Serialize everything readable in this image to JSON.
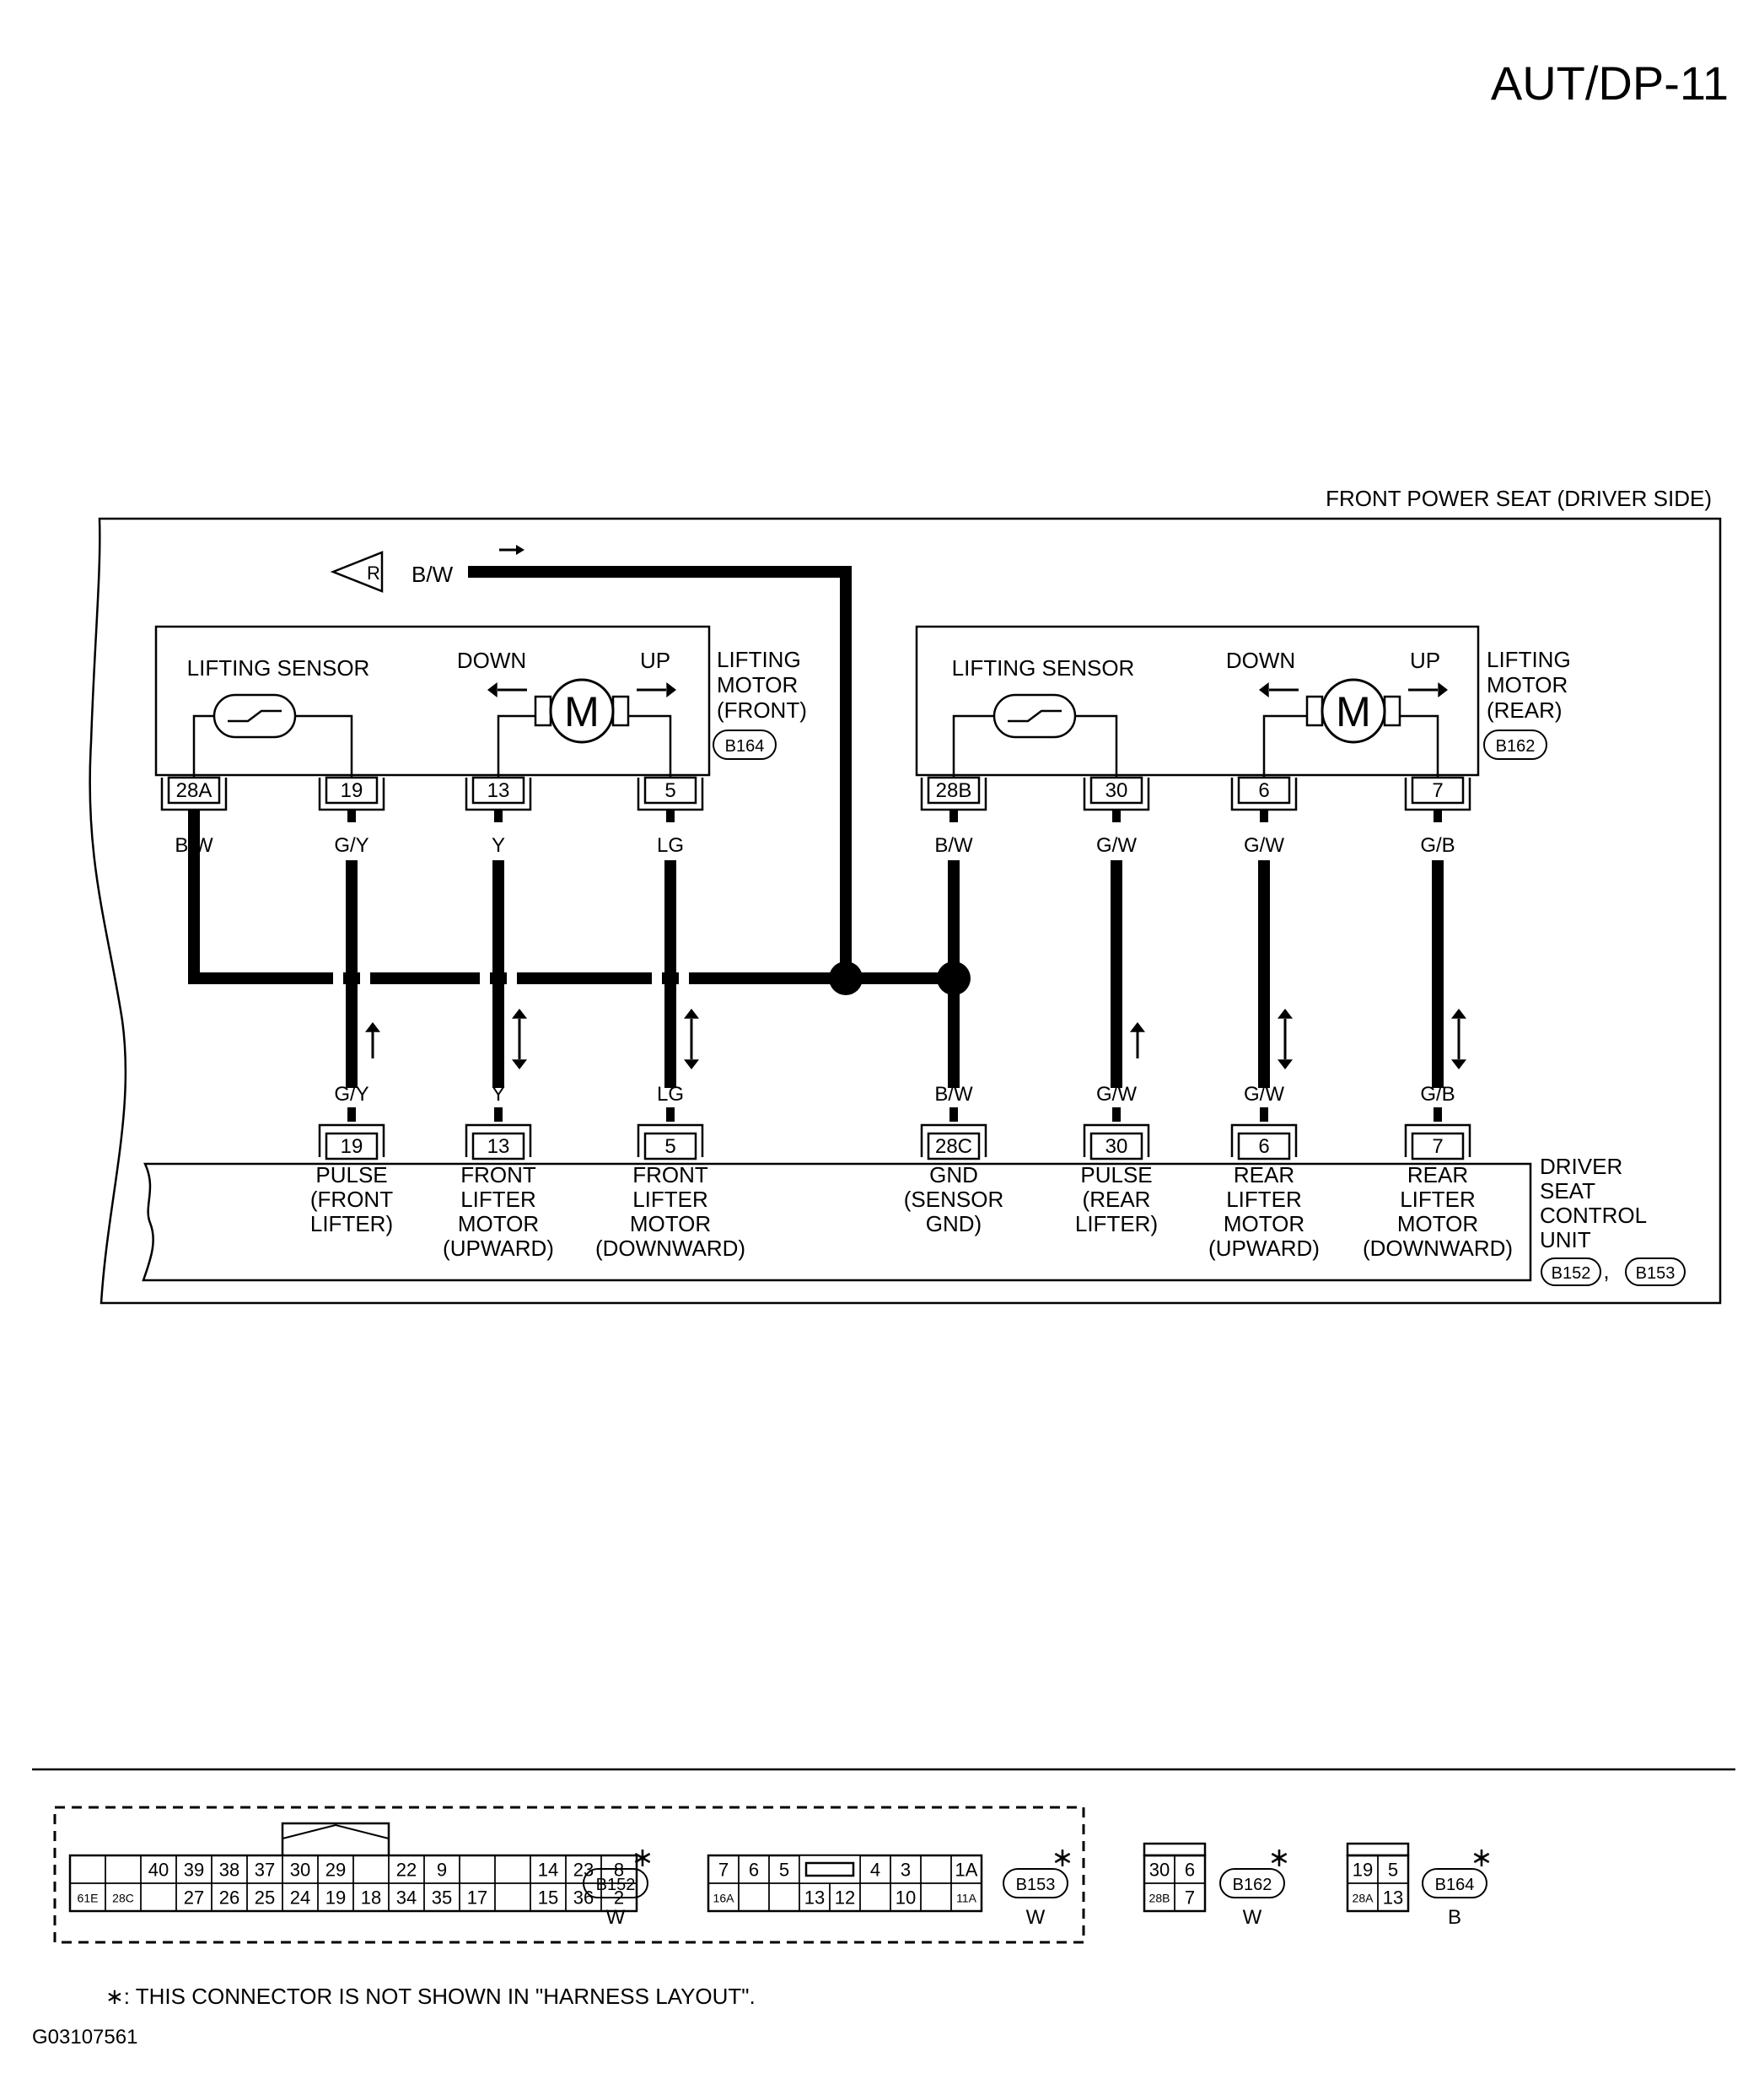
{
  "page": {
    "code": "AUT/DP-11",
    "figure_id": "G03107561",
    "footnote": "∗: THIS CONNECTOR IS NOT SHOWN IN \"HARNESS LAYOUT\"."
  },
  "seat": {
    "title": "FRONT POWER SEAT (DRIVER SIDE)"
  },
  "feed": {
    "marker": "R",
    "wire": "B/W"
  },
  "motors": [
    {
      "sensor_label": "LIFTING SENSOR",
      "down": "DOWN",
      "up": "UP",
      "motor_symbol": "M",
      "name_lines": [
        "LIFTING",
        "MOTOR",
        "(FRONT)"
      ],
      "connector": "B164",
      "terminals": [
        "28A",
        "19",
        "13",
        "5"
      ],
      "wires": [
        "B/W",
        "G/Y",
        "Y",
        "LG"
      ]
    },
    {
      "sensor_label": "LIFTING SENSOR",
      "down": "DOWN",
      "up": "UP",
      "motor_symbol": "M",
      "name_lines": [
        "LIFTING",
        "MOTOR",
        "(REAR)"
      ],
      "connector": "B162",
      "terminals": [
        "28B",
        "30",
        "6",
        "7"
      ],
      "wires": [
        "B/W",
        "G/W",
        "G/W",
        "G/B"
      ]
    }
  ],
  "control_unit": {
    "name_lines": [
      "DRIVER",
      "SEAT",
      "CONTROL",
      "UNIT"
    ],
    "connectors": [
      "B152",
      "B153"
    ],
    "separator": ",",
    "terminals": [
      {
        "terminal": "19",
        "wire": "G/Y",
        "lines": [
          "PULSE",
          "(FRONT",
          "LIFTER)"
        ]
      },
      {
        "terminal": "13",
        "wire": "Y",
        "lines": [
          "FRONT",
          "LIFTER",
          "MOTOR",
          "(UPWARD)"
        ]
      },
      {
        "terminal": "5",
        "wire": "LG",
        "lines": [
          "FRONT",
          "LIFTER",
          "MOTOR",
          "(DOWNWARD)"
        ]
      },
      {
        "terminal": "28C",
        "wire": "B/W",
        "lines": [
          "GND",
          "(SENSOR",
          "GND)"
        ]
      },
      {
        "terminal": "30",
        "wire": "G/W",
        "lines": [
          "PULSE",
          "(REAR",
          "LIFTER)"
        ]
      },
      {
        "terminal": "6",
        "wire": "G/W",
        "lines": [
          "REAR",
          "LIFTER",
          "MOTOR",
          "(UPWARD)"
        ]
      },
      {
        "terminal": "7",
        "wire": "G/B",
        "lines": [
          "REAR",
          "LIFTER",
          "MOTOR",
          "(DOWNWARD)"
        ]
      }
    ]
  },
  "connector_views": [
    {
      "id": "B152",
      "color": "W",
      "star": "∗",
      "top": [
        "",
        "",
        "40",
        "39",
        "38",
        "37",
        "30",
        "29",
        "",
        "22",
        "9",
        "",
        "",
        "14",
        "23",
        "8"
      ],
      "bottom": [
        "61E",
        "28C",
        "",
        "27",
        "26",
        "25",
        "24",
        "19",
        "18",
        "34",
        "35",
        "17",
        "",
        "15",
        "36",
        "2"
      ]
    },
    {
      "id": "B153",
      "color": "W",
      "star": "∗",
      "top": [
        "7",
        "6",
        "5",
        "",
        "",
        "4",
        "3",
        "",
        "1A"
      ],
      "bottom": [
        "16A",
        "",
        "",
        "13",
        "12",
        "",
        "10",
        "",
        "11A"
      ]
    },
    {
      "id": "B162",
      "color": "W",
      "star": "∗",
      "top": [
        "30",
        "6"
      ],
      "bottom": [
        "28B",
        "7"
      ]
    },
    {
      "id": "B164",
      "color": "B",
      "star": "∗",
      "top": [
        "19",
        "5"
      ],
      "bottom": [
        "28A",
        "13"
      ]
    }
  ]
}
